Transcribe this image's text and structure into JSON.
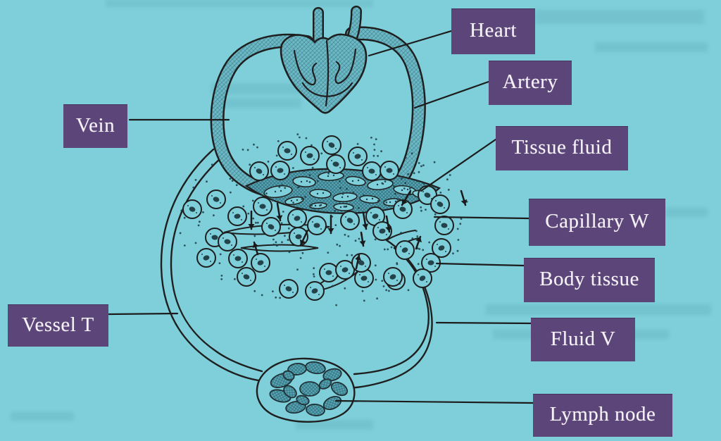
{
  "figure": {
    "background_color": "#7ecfda",
    "label_box_color": "#5c4579",
    "label_text_color": "#f6f3f8",
    "leader_line_color": "#1f1f1f",
    "vessel_fill_color": "#6db9c5",
    "capillary_fill_color": "#58a7b6",
    "labels": [
      {
        "id": "heart",
        "text": "Heart"
      },
      {
        "id": "artery",
        "text": "Artery"
      },
      {
        "id": "vein",
        "text": "Vein"
      },
      {
        "id": "tissue-fluid",
        "text": "Tissue fluid"
      },
      {
        "id": "capillary-w",
        "text": "Capillary W"
      },
      {
        "id": "body-tissue",
        "text": "Body tissue"
      },
      {
        "id": "vessel-t",
        "text": "Vessel T"
      },
      {
        "id": "fluid-v",
        "text": "Fluid V"
      },
      {
        "id": "lymph-node",
        "text": "Lymph node"
      }
    ]
  }
}
